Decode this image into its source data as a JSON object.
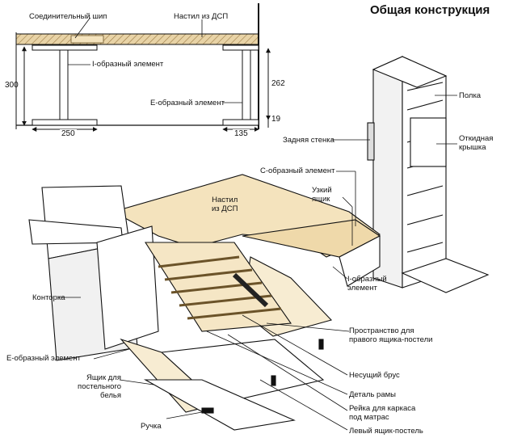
{
  "title": "Общая конструкция",
  "section": {
    "label_tenon": "Соединительный шип",
    "label_deck": "Настил из ДСП",
    "label_i": "I-образный элемент",
    "label_e": "E-образный элемент",
    "dim_300": "300",
    "dim_262": "262",
    "dim_19": "19",
    "dim_250": "250",
    "dim_135": "135"
  },
  "cabinet": {
    "shelf": "Полка",
    "back": "Задняя стенка",
    "flap": "Откидная\nкрышка"
  },
  "bed": {
    "c_elem": "С-образный элемент",
    "narrow_box": "Узкий\nящик",
    "deck": "Настил\nиз ДСП",
    "i_elem": "I-образный\nэлемент",
    "space": "Пространство для\nправого ящика-постели",
    "desk": "Конторка",
    "e_elem": "E-образный элемент",
    "beam": "Несущий брус",
    "frame": "Деталь рамы",
    "slat": "Рейка для каркаса\nпод матрас",
    "linen": "Ящик для\nпостельного\nбелья",
    "handle": "Ручка",
    "left_bed": "Левый ящик-постель"
  }
}
